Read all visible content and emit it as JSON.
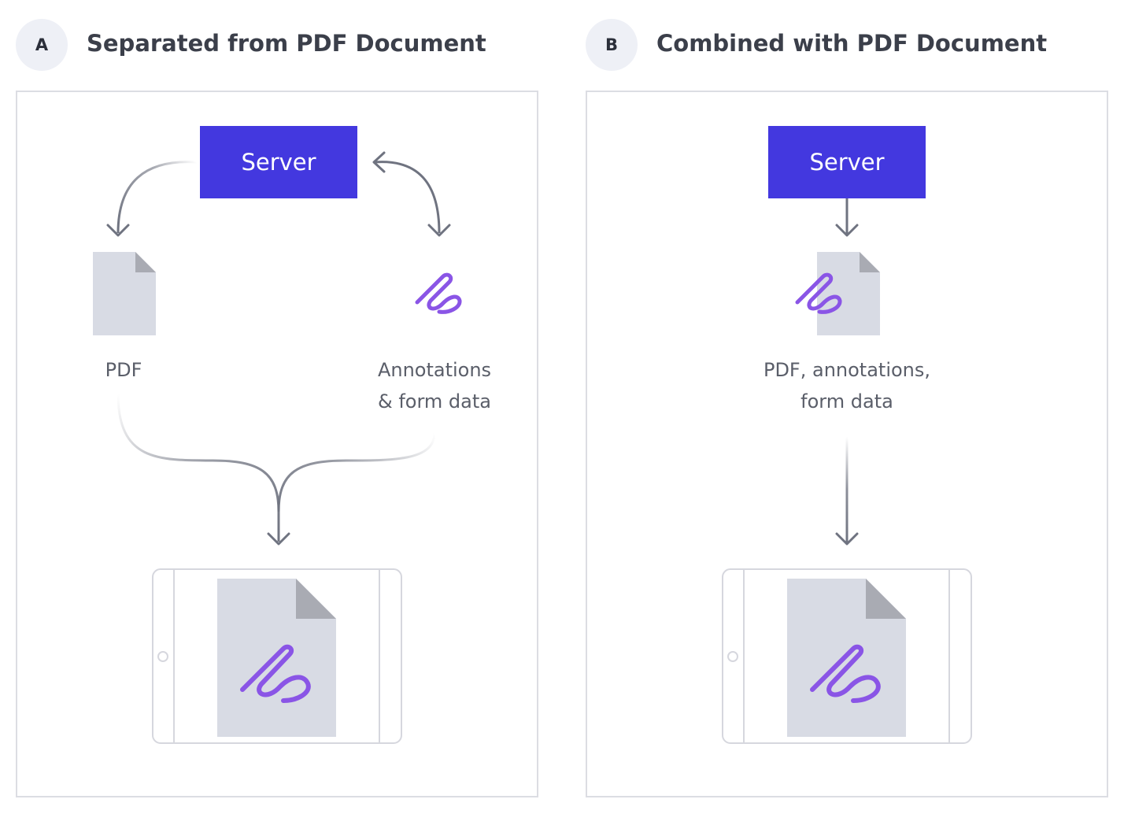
{
  "panel_a": {
    "badge": "A",
    "title": "Separated from PDF Document",
    "server_label": "Server",
    "pdf_label": "PDF",
    "annotations_label_line1": "Annotations",
    "annotations_label_line2": "& form data"
  },
  "panel_b": {
    "badge": "B",
    "title": "Combined with PDF Document",
    "server_label": "Server",
    "combined_label_line1": "PDF, annotations,",
    "combined_label_line2": "form data"
  },
  "colors": {
    "server": "#4338df",
    "arrow": "#6f7380",
    "document": "#d8dbe4",
    "document_fold": "#a9abb3",
    "annotation": "#8a55e6",
    "device_outline": "#d6d7de",
    "badge_bg": "#eef0f6"
  }
}
